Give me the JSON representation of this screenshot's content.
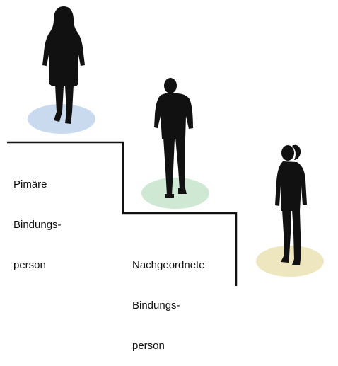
{
  "colors": {
    "silhouette": "#111111",
    "step_line": "#111111",
    "floor_primary": "#c9d9ee",
    "floor_secondary": "#cfe8d4",
    "floor_third": "#ede6bf"
  },
  "labels": {
    "primary": {
      "line1": "Pimäre",
      "line2": "Bindungs-",
      "line3": "person"
    },
    "secondary": {
      "line1": "Nachgeordnete",
      "line2": "Bindungs-",
      "line3": "person"
    }
  },
  "figures": [
    {
      "name": "woman-long-hair-figure"
    },
    {
      "name": "man-figure"
    },
    {
      "name": "woman-ponytail-figure"
    }
  ]
}
